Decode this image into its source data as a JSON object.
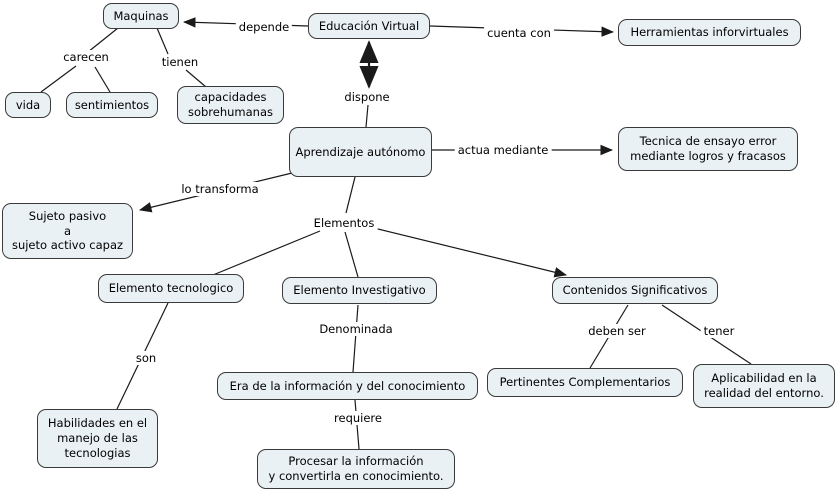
{
  "colors": {
    "background": "#ffffff",
    "node_fill": "#e9f1f4",
    "node_border": "#3a3a3a",
    "line": "#1a1a1a",
    "text": "#000000"
  },
  "nodes": [
    {
      "id": "maquinas",
      "label": "Maquinas"
    },
    {
      "id": "educacion-virtual",
      "label": "Educación Virtual"
    },
    {
      "id": "herramientas-inforvirtuales",
      "label": "Herramientas inforvirtuales"
    },
    {
      "id": "vida",
      "label": "vida"
    },
    {
      "id": "sentimientos",
      "label": "sentimientos"
    },
    {
      "id": "capacidades-sobrehumanas",
      "label": "capacidades\nsobrehumanas"
    },
    {
      "id": "aprendizaje-autonomo",
      "label": "Aprendizaje autónomo"
    },
    {
      "id": "tecnica-ensayo-error",
      "label": "Tecnica de ensayo error\nmediante logros y fracasos"
    },
    {
      "id": "sujeto-pasivo-activo",
      "label": "Sujeto pasivo\na\nsujeto activo capaz"
    },
    {
      "id": "elemento-tecnologico",
      "label": "Elemento tecnologico"
    },
    {
      "id": "elemento-investigativo",
      "label": "Elemento Investigativo"
    },
    {
      "id": "contenidos-significativos",
      "label": "Contenidos Significativos"
    },
    {
      "id": "era-informacion",
      "label": "Era de la información y del conocimiento"
    },
    {
      "id": "pertinentes-complementarios",
      "label": "Pertinentes Complementarios"
    },
    {
      "id": "aplicabilidad-entorno",
      "label": "Aplicabilidad en la\nrealidad del entorno."
    },
    {
      "id": "habilidades-tecnologias",
      "label": "Habilidades en el\nmanejo de las\ntecnologias"
    },
    {
      "id": "procesar-informacion",
      "label": "Procesar la información\ny convertirla en conocimiento."
    }
  ],
  "links": [
    {
      "id": "depende",
      "label": "depende"
    },
    {
      "id": "cuenta-con",
      "label": "cuenta con"
    },
    {
      "id": "carecen",
      "label": "carecen"
    },
    {
      "id": "tienen",
      "label": "tienen"
    },
    {
      "id": "dispone",
      "label": "dispone"
    },
    {
      "id": "actua-mediante",
      "label": "actua mediante"
    },
    {
      "id": "lo-transforma",
      "label": "lo transforma"
    },
    {
      "id": "elementos",
      "label": "Elementos"
    },
    {
      "id": "son",
      "label": "son"
    },
    {
      "id": "denominada",
      "label": "Denominada"
    },
    {
      "id": "deben-ser",
      "label": "deben ser"
    },
    {
      "id": "tener",
      "label": "tener"
    },
    {
      "id": "requiere",
      "label": "requiere"
    }
  ]
}
